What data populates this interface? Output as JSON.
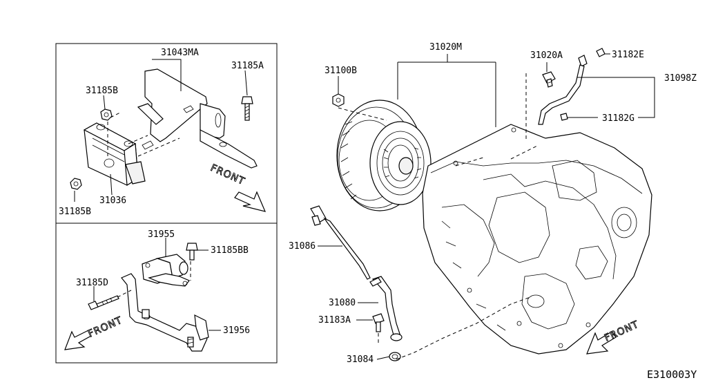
{
  "inset_top": {
    "labels": {
      "p31043MA": "31043MA",
      "p31185A": "31185A",
      "p31185B_top": "31185B",
      "p31185B_bottom": "31185B",
      "p31036": "31036"
    },
    "front": "FRONT"
  },
  "inset_bottom": {
    "labels": {
      "p31955": "31955",
      "p31185BB": "31185BB",
      "p31185D": "31185D",
      "p31956": "31956"
    },
    "front": "FRONT"
  },
  "main": {
    "labels": {
      "p31020M": "31020M",
      "p31020A": "31020A",
      "p31182E": "31182E",
      "p31100B": "31100B",
      "p31098Z": "31098Z",
      "p31182G": "31182G",
      "p31086": "31086",
      "p31080": "31080",
      "p31183A": "31183A",
      "p31084": "31084"
    },
    "front": "FRONT"
  },
  "diagram_ref": "E310003Y"
}
